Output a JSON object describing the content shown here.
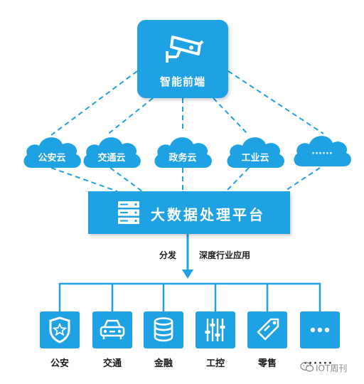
{
  "front_end": {
    "label": "智能前端",
    "icon": "surveillance-camera-icon"
  },
  "clouds": [
    {
      "label": "公安云"
    },
    {
      "label": "交通云"
    },
    {
      "label": "政务云"
    },
    {
      "label": "工业云"
    },
    {
      "label": "······"
    }
  ],
  "platform": {
    "label": "大数据处理平台",
    "icon": "server-icon"
  },
  "flow": {
    "left_label": "分发",
    "right_label": "深度行业应用"
  },
  "industries": [
    {
      "label": "公安",
      "icon": "police-shield-icon"
    },
    {
      "label": "交通",
      "icon": "car-icon"
    },
    {
      "label": "金融",
      "icon": "coin-stack-icon"
    },
    {
      "label": "工控",
      "icon": "control-sliders-icon"
    },
    {
      "label": "零售",
      "icon": "price-tag-icon"
    },
    {
      "label": "······",
      "icon": "more-dots-icon"
    }
  ],
  "watermark": {
    "text": "IOT周刊",
    "icon": "wechat-icon"
  },
  "colors": {
    "primary": "#1ea2e4",
    "text": "#1a1a1a",
    "watermark": "#8a8a8a"
  }
}
